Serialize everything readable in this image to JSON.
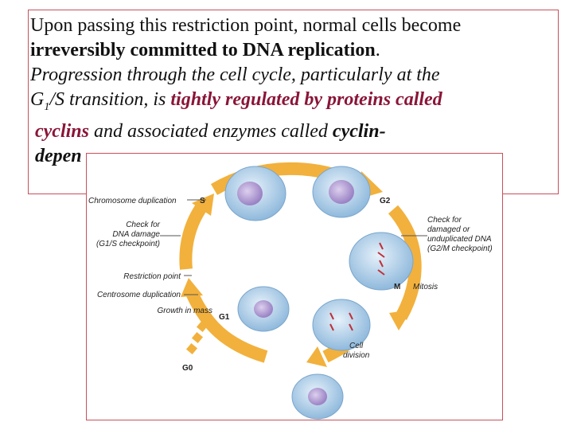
{
  "text": {
    "line1_a": "Upon passing this restriction point, normal cells become",
    "line2_a": "irreversibly committed to DNA replication",
    "line2_b": ".",
    "line3_a": "Progression through the cell cycle, particularly at the",
    "line4_a": "G",
    "line4_sub": "1",
    "line4_b": "/S transition, is ",
    "line4_c": "tightly regulated by proteins called",
    "line5_a": "cyclins",
    "line5_b": " and associated enzymes called ",
    "line5_c": "cyclin-",
    "line6_a": "depen"
  },
  "figure": {
    "labels": {
      "chromosome_duplication": "Chromosome duplication",
      "check_dna_1": "Check for",
      "check_dna_2": "DNA damage",
      "check_dna_3": "(G1/S checkpoint)",
      "restriction_point": "Restriction point",
      "centrosome_duplication": "Centrosome duplication",
      "growth_in_mass": "Growth in mass",
      "check_g2_1": "Check for",
      "check_g2_2": "damaged or",
      "check_g2_3": "unduplicated DNA",
      "check_g2_4": "(G2/M checkpoint)",
      "mitosis": "Mitosis",
      "cell_division_1": "Cell",
      "cell_division_2": "division"
    },
    "phases": {
      "s": "S",
      "g2": "G2",
      "m": "M",
      "g1": "G1",
      "g0": "G0"
    },
    "colors": {
      "arrow": "#f2b13c",
      "cell": "#bcd8ee",
      "nucleus": "#b8a6d6",
      "chromosome": "#c0303a",
      "border": "#c8505a",
      "emphasis": "#8a1538"
    }
  }
}
